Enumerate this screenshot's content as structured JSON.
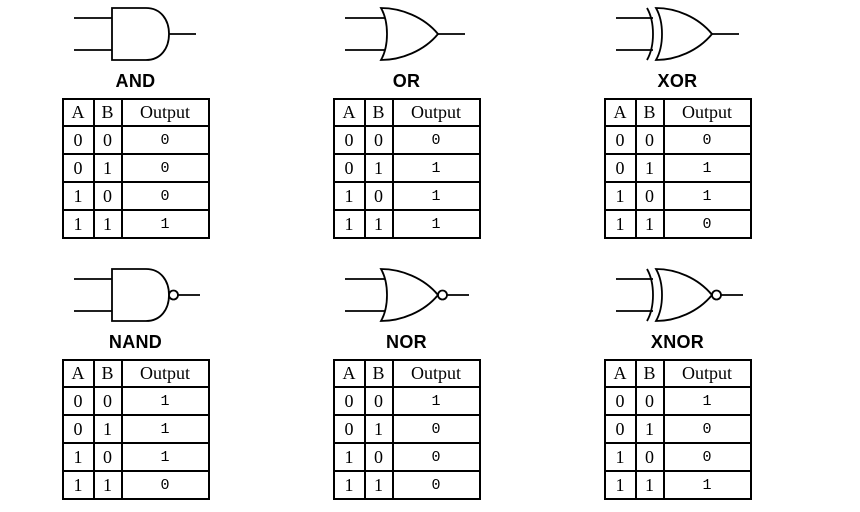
{
  "colors": {
    "paper": "#ffffff",
    "ink": "#000000"
  },
  "table": {
    "headers": [
      "A",
      "B",
      "Output"
    ],
    "input_rows": [
      [
        "0",
        "0"
      ],
      [
        "0",
        "1"
      ],
      [
        "1",
        "0"
      ],
      [
        "1",
        "1"
      ]
    ]
  },
  "gates": [
    {
      "id": "and",
      "label": "AND",
      "outputs": [
        "0",
        "0",
        "0",
        "1"
      ]
    },
    {
      "id": "or",
      "label": "OR",
      "outputs": [
        "0",
        "1",
        "1",
        "1"
      ]
    },
    {
      "id": "xor",
      "label": "XOR",
      "outputs": [
        "0",
        "1",
        "1",
        "0"
      ]
    },
    {
      "id": "nand",
      "label": "NAND",
      "outputs": [
        "1",
        "1",
        "1",
        "0"
      ]
    },
    {
      "id": "nor",
      "label": "NOR",
      "outputs": [
        "1",
        "0",
        "0",
        "0"
      ]
    },
    {
      "id": "xnor",
      "label": "XNOR",
      "outputs": [
        "1",
        "0",
        "0",
        "1"
      ]
    }
  ]
}
